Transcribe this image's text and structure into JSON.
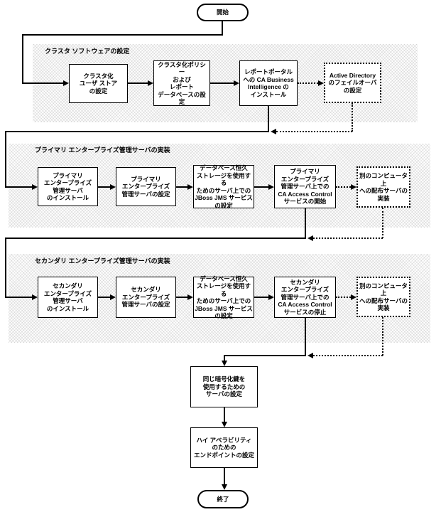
{
  "flowchart": {
    "start_label": "開始",
    "end_label": "終了",
    "sections": [
      {
        "title": "クラスタ ソフトウェアの設定",
        "boxes": [
          {
            "label": "クラスタ化\nユーザ ストア\nの設定",
            "style": "solid"
          },
          {
            "label": "クラスタ化ポリシー\nおよび\nレポート\nデータベースの設定",
            "style": "solid"
          },
          {
            "label": "レポートポータル\nへの CA Business\nIntelligence の\nインストール",
            "style": "solid"
          },
          {
            "label": "Active Directory\nのフェイルオーバ\nの設定",
            "style": "dotted"
          }
        ]
      },
      {
        "title": "プライマリ エンタープライズ管理サーバの実装",
        "boxes": [
          {
            "label": "プライマリ\nエンタープライズ\n管理サーバ\nのインストール",
            "style": "solid"
          },
          {
            "label": "プライマリ\nエンタープライズ\n管理サーバの設定",
            "style": "solid"
          },
          {
            "label": "データベース恒久\nストレージを使用する\nためのサーバ上での\nJBoss JMS サービス\nの設定",
            "style": "solid"
          },
          {
            "label": "プライマリ\nエンタープライズ\n管理サーバ上での\nCA Access Control\nサービスの開始",
            "style": "solid"
          },
          {
            "label": "別のコンピュータ上\nへの配布サーバの\n実装",
            "style": "dotted"
          }
        ]
      },
      {
        "title": "セカンダリ エンタープライズ管理サーバの実装",
        "boxes": [
          {
            "label": "セカンダリ\nエンタープライズ\n管理サーバ\nのインストール",
            "style": "solid"
          },
          {
            "label": "セカンダリ\nエンタープライズ\n管理サーバの設定",
            "style": "solid"
          },
          {
            "label": "データベース恒久\nストレージを使用する\nためのサーバ上での\nJBoss JMS サービス\nの設定",
            "style": "solid"
          },
          {
            "label": "セカンダリ\nエンタープライズ\n管理サーバ上での\nCA Access Control\nサービスの停止",
            "style": "solid"
          },
          {
            "label": "別のコンピュータ上\nへの配布サーバの\n実装",
            "style": "dotted"
          }
        ]
      }
    ],
    "final_boxes": [
      {
        "label": "同じ暗号化鍵を\n使用するための\nサーバの設定",
        "style": "solid"
      },
      {
        "label": "ハイ アベラビリティ\nのための\nエンドポイントの設定",
        "style": "solid"
      }
    ],
    "colors": {
      "panel_bg": "#ebebeb",
      "box_bg": "#ffffff",
      "border": "#000000",
      "line": "#000000",
      "text": "#000000"
    }
  }
}
